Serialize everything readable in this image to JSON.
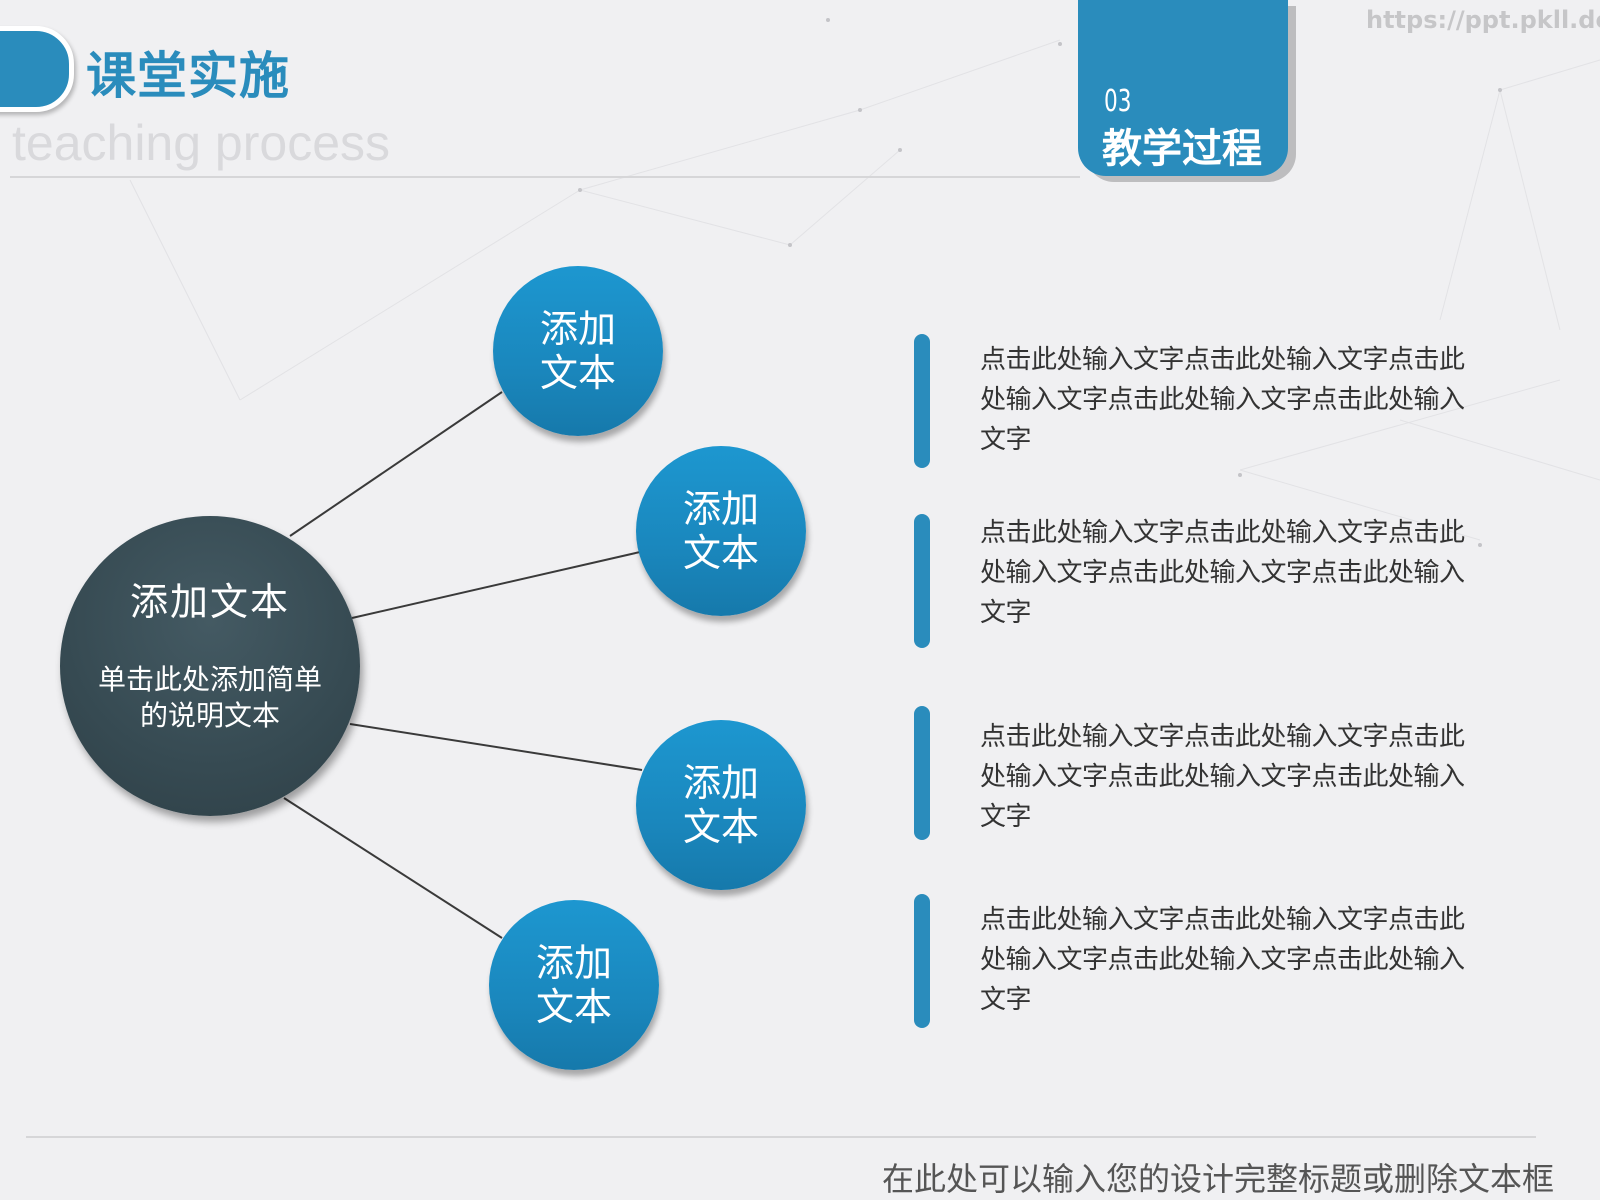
{
  "header": {
    "title_cn": "课堂实施",
    "title_en": "teaching process",
    "section_number": "03",
    "section_label": "教学过程",
    "watermark": "https://ppt.pkll.de"
  },
  "colors": {
    "accent": "#2a8cbc",
    "hub": "#364a52",
    "node": "#1a87bd",
    "background": "#f0f0f2",
    "body_text": "#333333"
  },
  "diagram": {
    "hub": {
      "title": "添加文本",
      "description": "单击此处添加简单的说明文本"
    },
    "nodes": [
      {
        "label": "添加文本"
      },
      {
        "label": "添加文本"
      },
      {
        "label": "添加文本"
      },
      {
        "label": "添加文本"
      }
    ]
  },
  "items": [
    {
      "text": "点击此处输入文字点击此处输入文字点击此处输入文字点击此处输入文字点击此处输入文字"
    },
    {
      "text": "点击此处输入文字点击此处输入文字点击此处输入文字点击此处输入文字点击此处输入文字"
    },
    {
      "text": "点击此处输入文字点击此处输入文字点击此处输入文字点击此处输入文字点击此处输入文字"
    },
    {
      "text": "点击此处输入文字点击此处输入文字点击此处输入文字点击此处输入文字点击此处输入文字"
    }
  ],
  "footer": {
    "text": "在此处可以输入您的设计完整标题或删除文本框"
  }
}
